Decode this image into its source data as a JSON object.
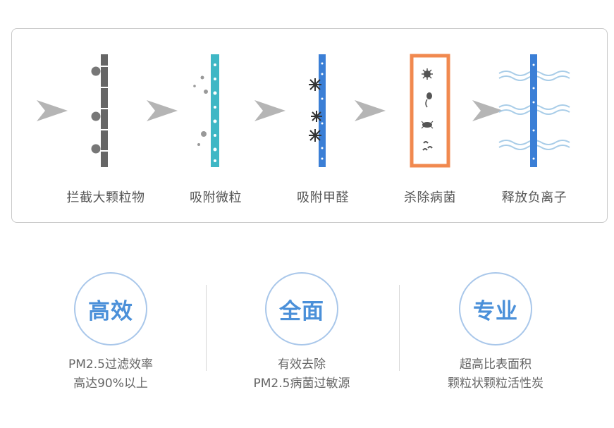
{
  "stages": [
    {
      "label": "拦截大颗粒物",
      "filter": "gray-dots"
    },
    {
      "label": "吸附微粒",
      "filter": "teal-dots"
    },
    {
      "label": "吸附甲醛",
      "filter": "blue-burst"
    },
    {
      "label": "杀除病菌",
      "filter": "orange-germs"
    },
    {
      "label": "释放负离子",
      "filter": "blue-waves"
    }
  ],
  "features": [
    {
      "title": "高效",
      "line1": "PM2.5过滤效率",
      "line2": "高达90%以上"
    },
    {
      "title": "全面",
      "line1": "有效去除",
      "line2": "PM2.5病菌过敏源"
    },
    {
      "title": "专业",
      "line1": "超高比表面积",
      "line2": "颗粒状颗粒活性炭"
    }
  ],
  "colors": {
    "arrow": "#b5b5b5",
    "gray_filter": "#666666",
    "teal_filter": "#3fb7c5",
    "blue_filter": "#3b7fd6",
    "orange_frame": "#f1894f",
    "wave": "#a9cde8",
    "circle_border": "#a9c7ea",
    "circle_text": "#4b90d9"
  }
}
